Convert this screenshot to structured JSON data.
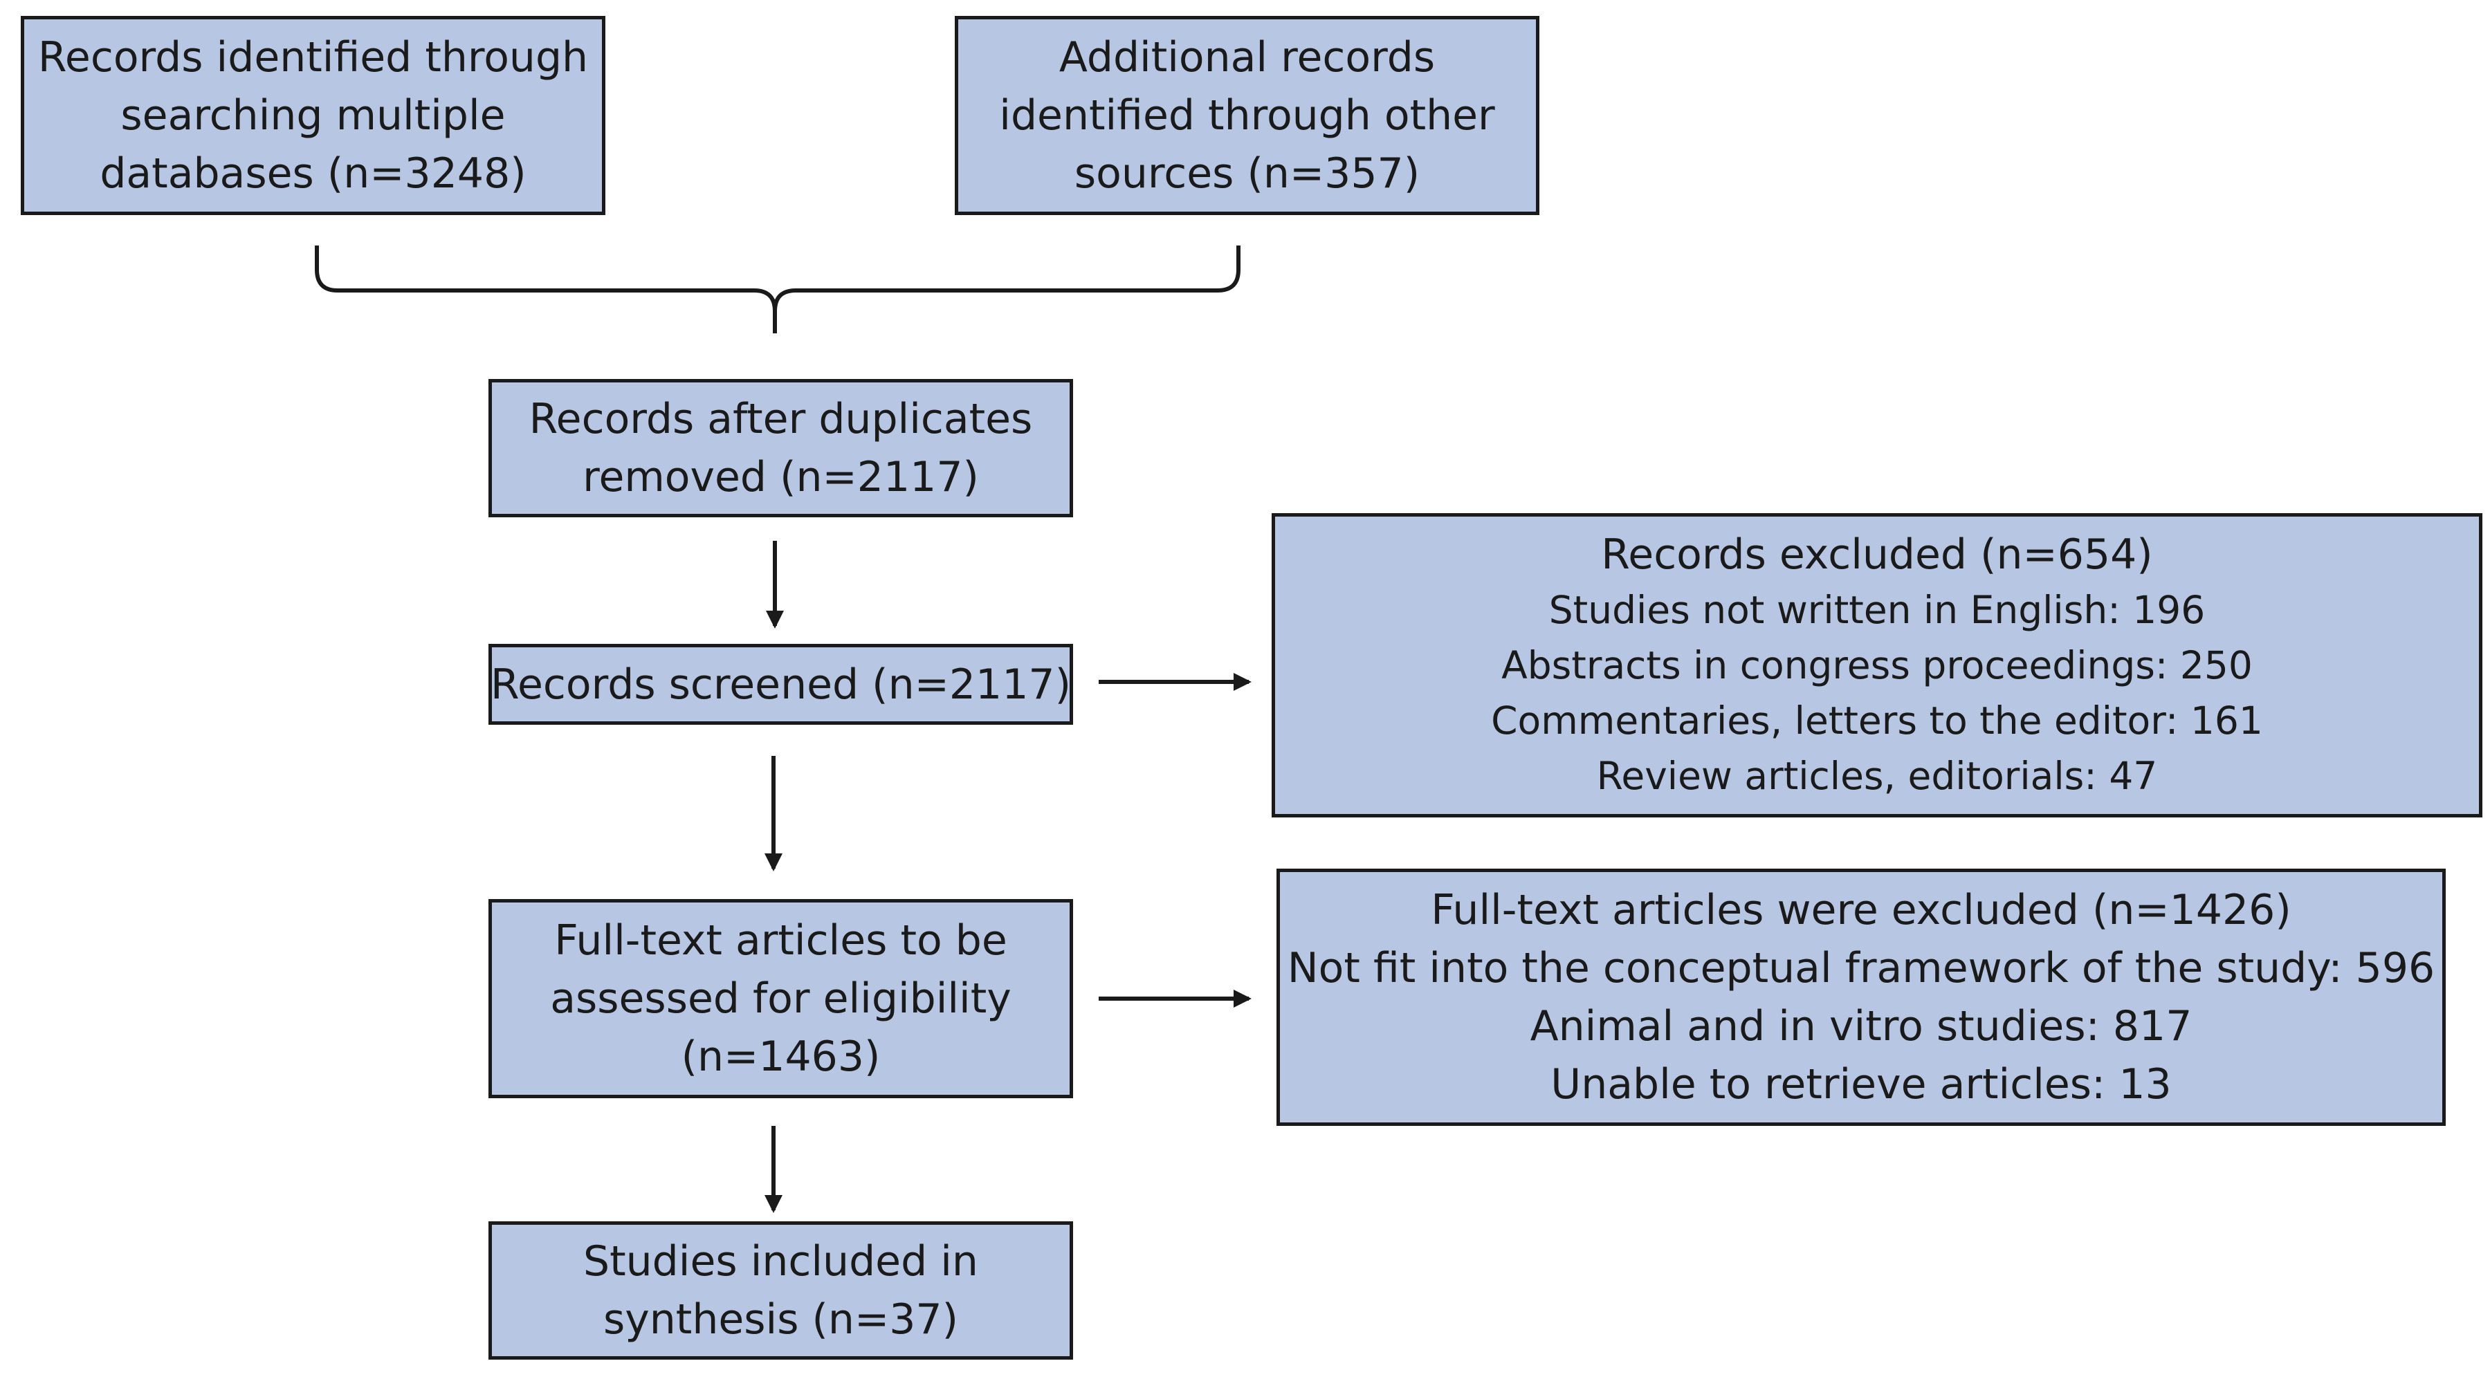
{
  "flow": {
    "databases": [
      "Records identified through",
      "searching multiple",
      "databases (n=3248)"
    ],
    "other_sources": [
      "Additional records",
      "identified through other",
      "sources (n=357)"
    ],
    "deduplicated": [
      "Records after duplicates",
      "removed (n=2117)"
    ],
    "screened": [
      "Records screened (n=2117)"
    ],
    "full_text": [
      "Full-text articles to be",
      "assessed for eligibility",
      "(n=1463)"
    ],
    "included": [
      "Studies included in",
      "synthesis (n=37)"
    ]
  },
  "exclusions": {
    "records": {
      "heading": "Records excluded (n=654)",
      "reasons": [
        "Studies not written in English: 196",
        "Abstracts in congress proceedings:  250",
        "Commentaries, letters to the editor: 161",
        "Review articles, editorials: 47"
      ]
    },
    "full_text": {
      "heading": "Full-text articles were excluded (n=1426)",
      "reasons": [
        "Not fit into the conceptual framework of the study: 596",
        "Animal and in vitro studies: 817",
        "Unable to retrieve articles: 13"
      ]
    }
  },
  "colors": {
    "box_fill": "#b6c6e3",
    "stroke": "#1a1a1a"
  }
}
